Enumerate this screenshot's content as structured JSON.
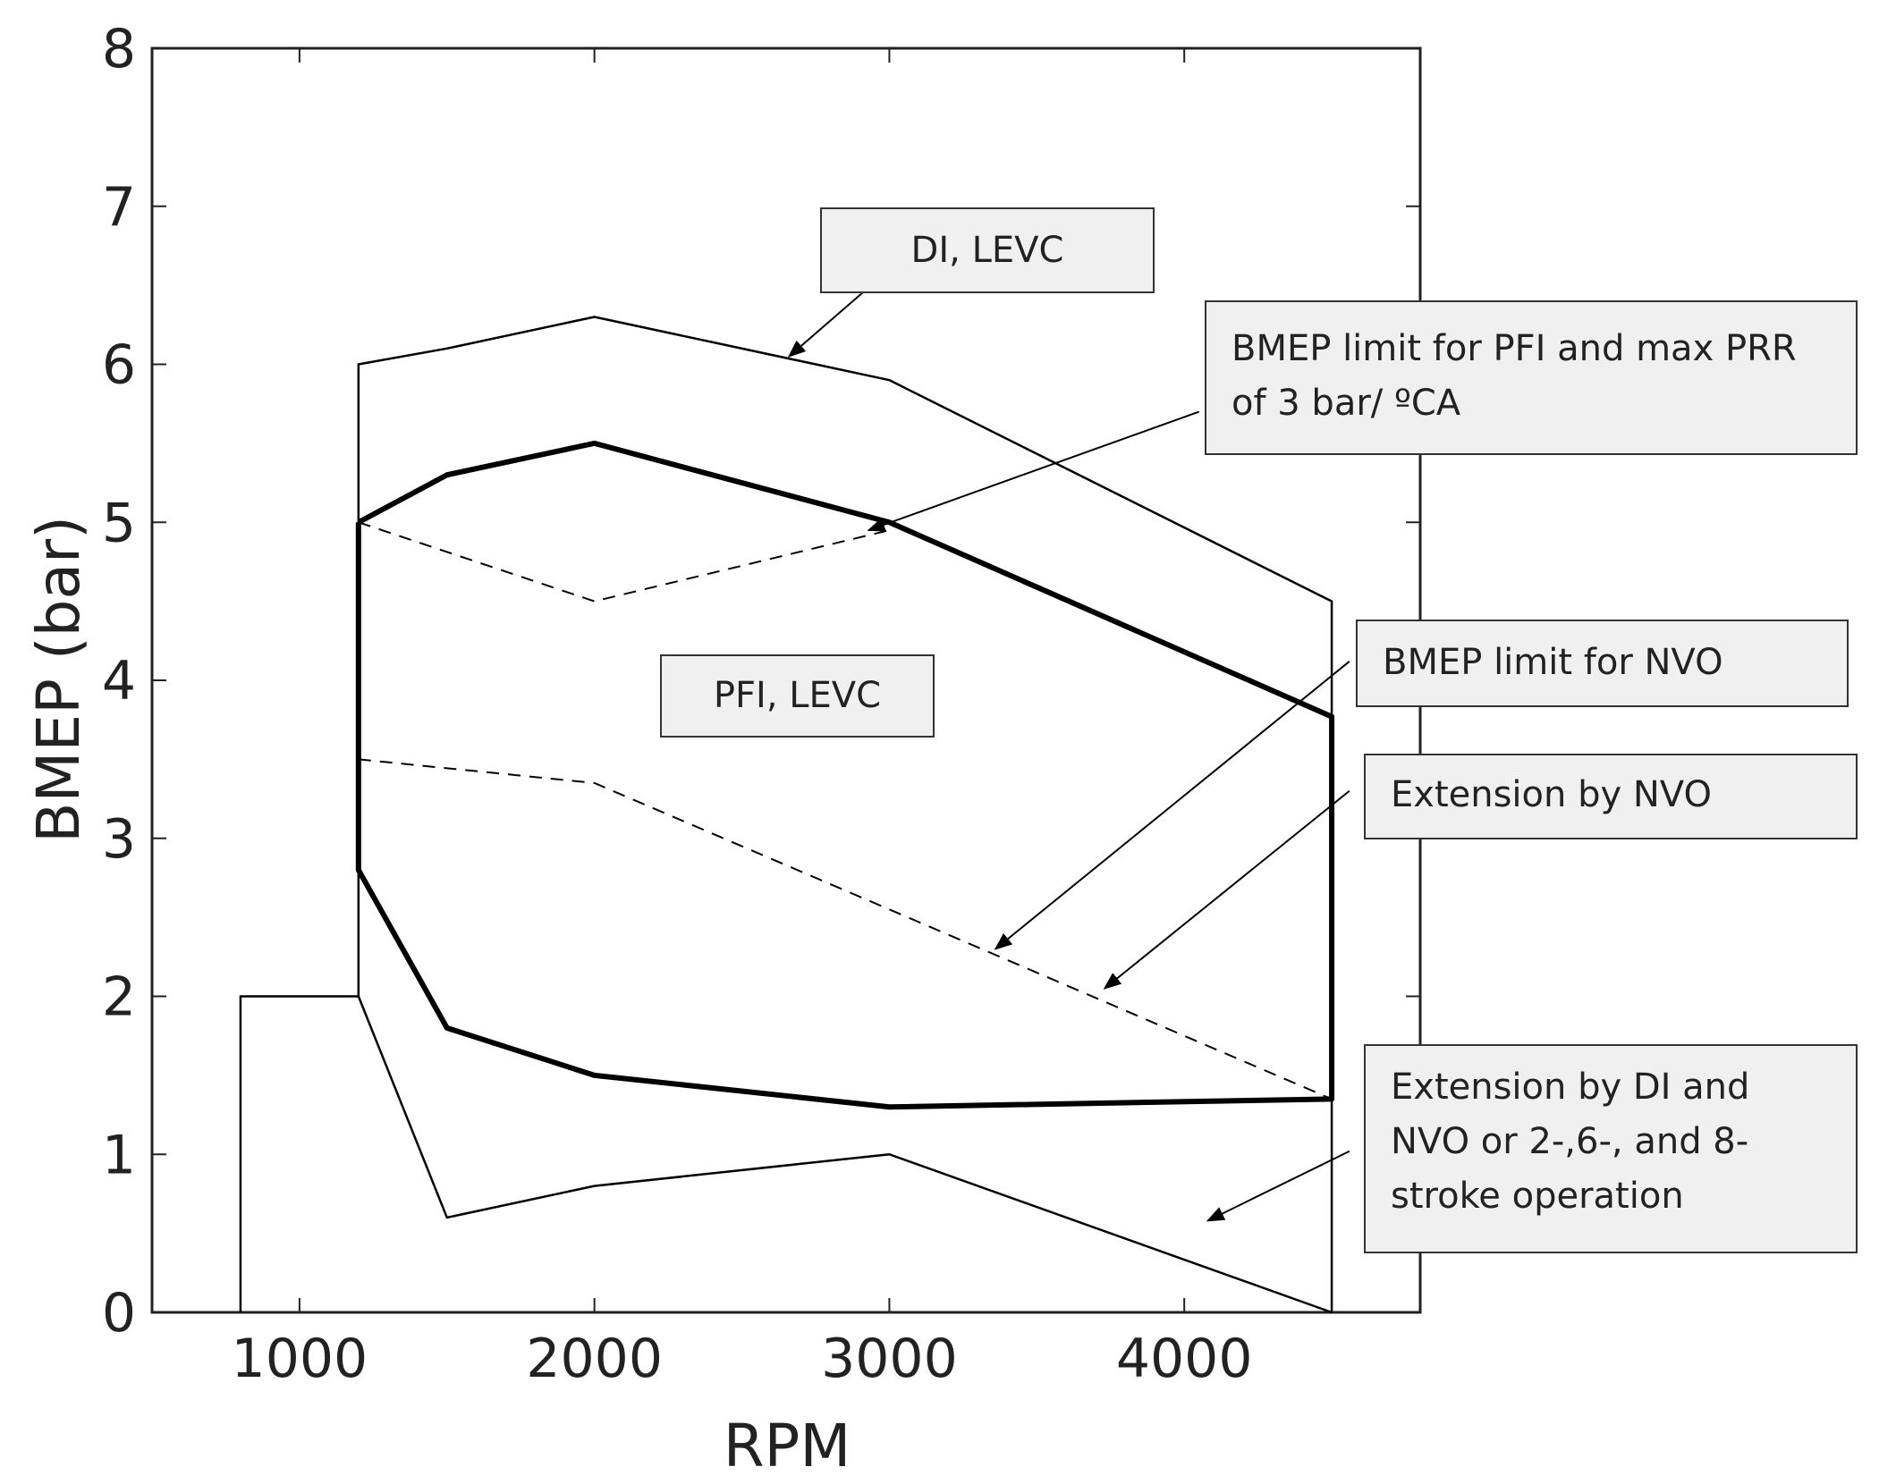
{
  "chart_data": {
    "type": "line",
    "title": "",
    "xlabel": "RPM",
    "ylabel": "BMEP (bar)",
    "xlim": [
      500,
      4800
    ],
    "ylim": [
      0,
      8
    ],
    "xticks": [
      1000,
      2000,
      3000,
      4000
    ],
    "yticks": [
      0,
      1,
      2,
      3,
      4,
      5,
      6,
      7,
      8
    ],
    "grid": false,
    "legend": "none",
    "series": [
      {
        "style": "thin",
        "x": [
          800,
          800,
          1200,
          1200,
          1500,
          2000,
          3000,
          4500,
          4500,
          3000,
          2000,
          1500,
          1200,
          1200
        ],
        "y": [
          0,
          2.0,
          2.0,
          6.0,
          6.1,
          6.3,
          5.9,
          4.5,
          0,
          1.0,
          0.8,
          0.6,
          2.0,
          6.0
        ]
      },
      {
        "style": "thick",
        "x": [
          1200,
          1500,
          2000,
          3000,
          4500,
          4500,
          3000,
          2000,
          1500,
          1200,
          1200
        ],
        "y": [
          5.0,
          5.3,
          5.5,
          5.0,
          3.77,
          1.35,
          1.3,
          1.5,
          1.8,
          2.8,
          5.0
        ]
      },
      {
        "style": "dashed",
        "x": [
          1200,
          2000,
          3000
        ],
        "y": [
          5.0,
          4.5,
          4.95
        ]
      },
      {
        "style": "dashed",
        "x": [
          1200,
          2000,
          3000,
          4500
        ],
        "y": [
          3.5,
          3.35,
          2.55,
          1.35
        ]
      }
    ],
    "annotations": [
      {
        "id": "di_levc",
        "text": "DI, LEVC"
      },
      {
        "id": "bmep_pfi",
        "text": "BMEP limit for PFI and max PRR of 3 bar/ ºCA"
      },
      {
        "id": "pfi_levc",
        "text": "PFI, LEVC"
      },
      {
        "id": "bmep_nvo",
        "text": "BMEP limit for NVO"
      },
      {
        "id": "ext_nvo",
        "text": "Extension by NVO"
      },
      {
        "id": "ext_di",
        "text": "Extension by DI and NVO or 2-,6-, and 8-stroke operation"
      }
    ],
    "arrows": [
      {
        "from": [
          3000,
          6.6
        ],
        "to": [
          2660,
          6.05
        ]
      },
      {
        "from": [
          4050,
          5.7
        ],
        "to": [
          2930,
          4.95
        ]
      },
      {
        "from": [
          4560,
          4.12
        ],
        "to": [
          3360,
          2.3
        ]
      },
      {
        "from": [
          4560,
          3.3
        ],
        "to": [
          3730,
          2.05
        ]
      },
      {
        "from": [
          4560,
          1.02
        ],
        "to": [
          4080,
          0.58
        ]
      }
    ]
  }
}
